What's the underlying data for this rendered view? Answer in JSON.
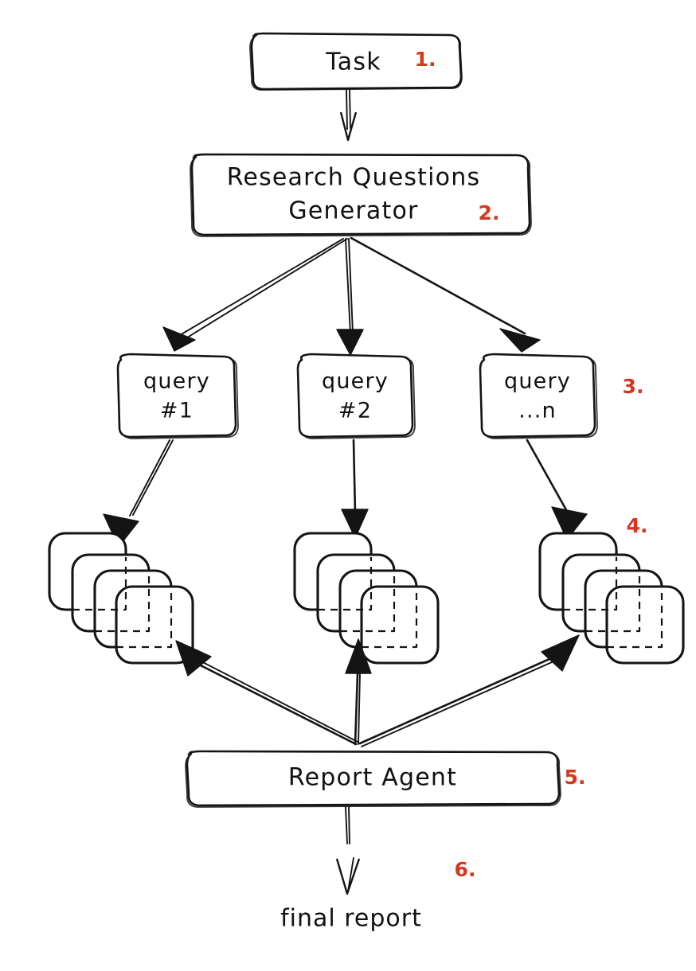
{
  "diagram": {
    "title": "Research pipeline flow diagram",
    "style": "hand-drawn sketch",
    "background_color": "#ffffff",
    "stroke_color": "#141414",
    "step_number_color": "#d8371f",
    "nodes": [
      {
        "id": "task",
        "label": "Task",
        "step": "1.",
        "shape": "rounded-rectangle"
      },
      {
        "id": "generator",
        "label_line1": "Research Questions",
        "label_line2": "Generator",
        "step": "2.",
        "shape": "rounded-rectangle"
      },
      {
        "id": "query1",
        "label_line1": "query",
        "label_line2": "#1",
        "shape": "rounded-square"
      },
      {
        "id": "query2",
        "label_line1": "query",
        "label_line2": "#2",
        "shape": "rounded-square"
      },
      {
        "id": "queryn",
        "label_line1": "query",
        "label_line2": "...n",
        "step": "3.",
        "shape": "rounded-square"
      },
      {
        "id": "docs1",
        "label": "",
        "shape": "document-stack",
        "card_count": 4
      },
      {
        "id": "docs2",
        "label": "",
        "shape": "document-stack",
        "card_count": 4
      },
      {
        "id": "docsn",
        "label": "",
        "step": "4.",
        "shape": "document-stack",
        "card_count": 4
      },
      {
        "id": "report_agent",
        "label": "Report Agent",
        "step": "5.",
        "shape": "rounded-rectangle"
      },
      {
        "id": "final_report",
        "label": "final report",
        "step": "6.",
        "shape": "plain-text"
      }
    ],
    "edges": [
      {
        "from": "task",
        "to": "generator",
        "style": "arrow-down"
      },
      {
        "from": "generator",
        "to": "query1",
        "style": "arrow-fan-left"
      },
      {
        "from": "generator",
        "to": "query2",
        "style": "arrow-down"
      },
      {
        "from": "generator",
        "to": "queryn",
        "style": "arrow-fan-right"
      },
      {
        "from": "query1",
        "to": "docs1",
        "style": "arrow-down-left"
      },
      {
        "from": "query2",
        "to": "docs2",
        "style": "arrow-down"
      },
      {
        "from": "queryn",
        "to": "docsn",
        "style": "arrow-down-left"
      },
      {
        "from": "report_agent",
        "to": "docs1",
        "style": "arrow-up-left"
      },
      {
        "from": "report_agent",
        "to": "docs2",
        "style": "arrow-up"
      },
      {
        "from": "report_agent",
        "to": "docsn",
        "style": "arrow-up-right"
      },
      {
        "from": "report_agent",
        "to": "final_report",
        "style": "arrow-down"
      }
    ]
  }
}
